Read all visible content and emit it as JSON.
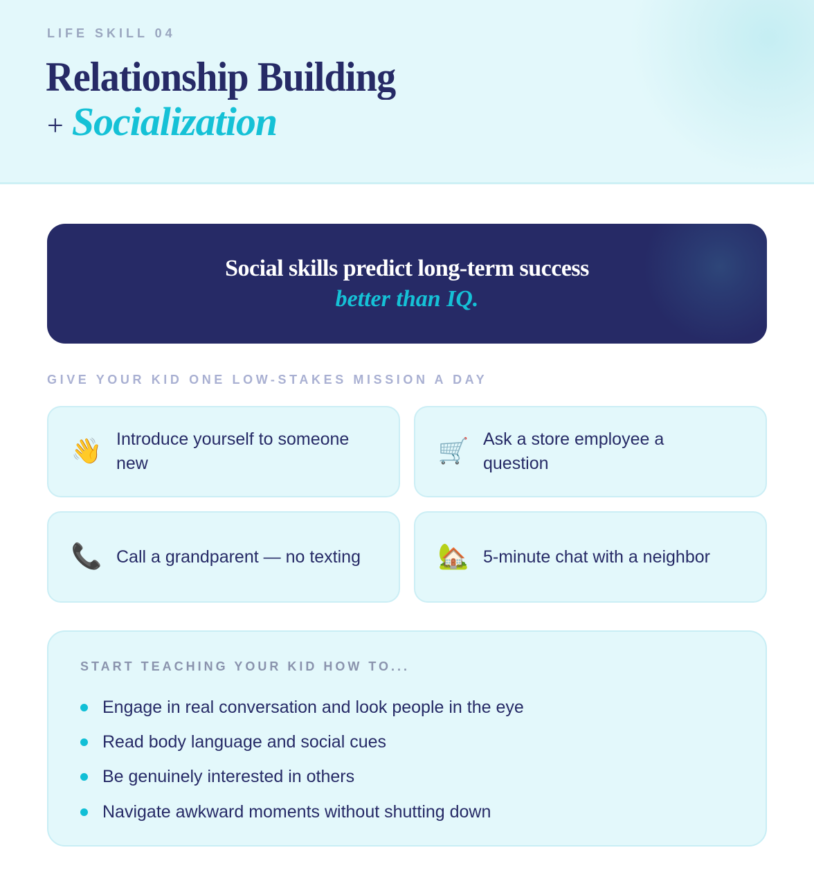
{
  "header": {
    "eyebrow": "LIFE SKILL 04",
    "title": "Relationship Building",
    "subtitle_prefix": "+",
    "subtitle_accent": "Socialization"
  },
  "banner": {
    "line1": "Social skills predict long-term success",
    "line2": "better than IQ."
  },
  "missions": {
    "label": "GIVE YOUR KID ONE LOW-STAKES MISSION A DAY",
    "items": [
      {
        "icon": "waving-hand-icon",
        "emoji": "👋",
        "text": "Introduce yourself to someone new"
      },
      {
        "icon": "shopping-cart-icon",
        "emoji": "🛒",
        "text": "Ask a store employee a question"
      },
      {
        "icon": "telephone-icon",
        "emoji": "📞",
        "text": "Call a grandparent — no texting"
      },
      {
        "icon": "house-with-garden-icon",
        "emoji": "🏡",
        "text": "5-minute chat with a neighbor"
      }
    ]
  },
  "teaching": {
    "label": "START TEACHING YOUR KID HOW TO...",
    "items": [
      "Engage in real conversation and look people in the eye",
      "Read body language and social cues",
      "Be genuinely interested in others",
      "Navigate awkward moments without shutting down"
    ]
  },
  "colors": {
    "navy": "#262a66",
    "accent_cyan": "#15c1d6",
    "card_bg": "#e3f8fb",
    "card_border": "#cbeef5",
    "muted_label": "#a9b0d2"
  }
}
